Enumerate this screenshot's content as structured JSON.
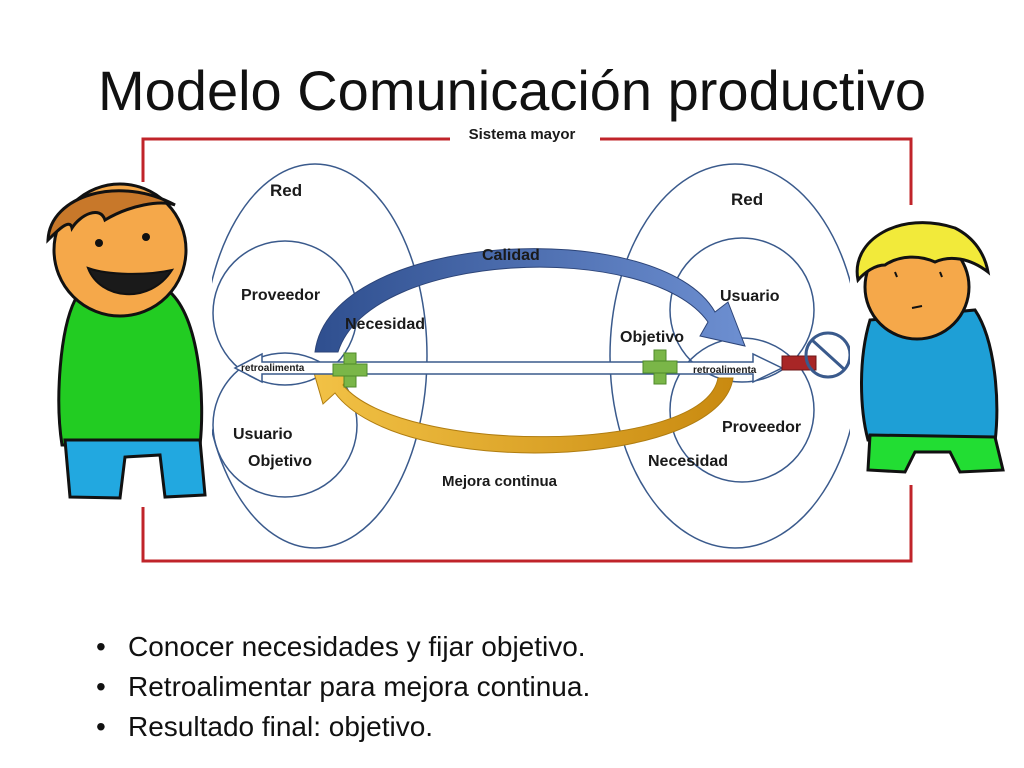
{
  "slide": {
    "title": "Modelo Comunicación productivo"
  },
  "diagram": {
    "frame_label": "Sistema mayor",
    "left": {
      "red": "Red",
      "proveedor": "Proveedor",
      "necesidad": "Necesidad",
      "retroalimenta": "retroalimenta",
      "usuario": "Usuario",
      "objetivo": "Objetivo"
    },
    "right": {
      "red": "Red",
      "usuario": "Usuario",
      "objetivo": "Objetivo",
      "retroalimenta": "retroalimenta",
      "proveedor": "Proveedor",
      "necesidad": "Necesidad"
    },
    "top_arrow_label": "Calidad",
    "bottom_arrow_label": "Mejora continua",
    "colors": {
      "frame": "#c0242a",
      "circles": "#3a5a8c",
      "top_arrow": "#3f62a8",
      "bottom_arrow": "#e0a11f",
      "plus": "#7ab648",
      "left_person_shirt": "#22cc22",
      "right_person_shirt": "#1e9fd6"
    }
  },
  "bullets": [
    "Conocer necesidades y fijar objetivo.",
    "Retroalimentar para mejora continua.",
    "Resultado final: objetivo."
  ]
}
